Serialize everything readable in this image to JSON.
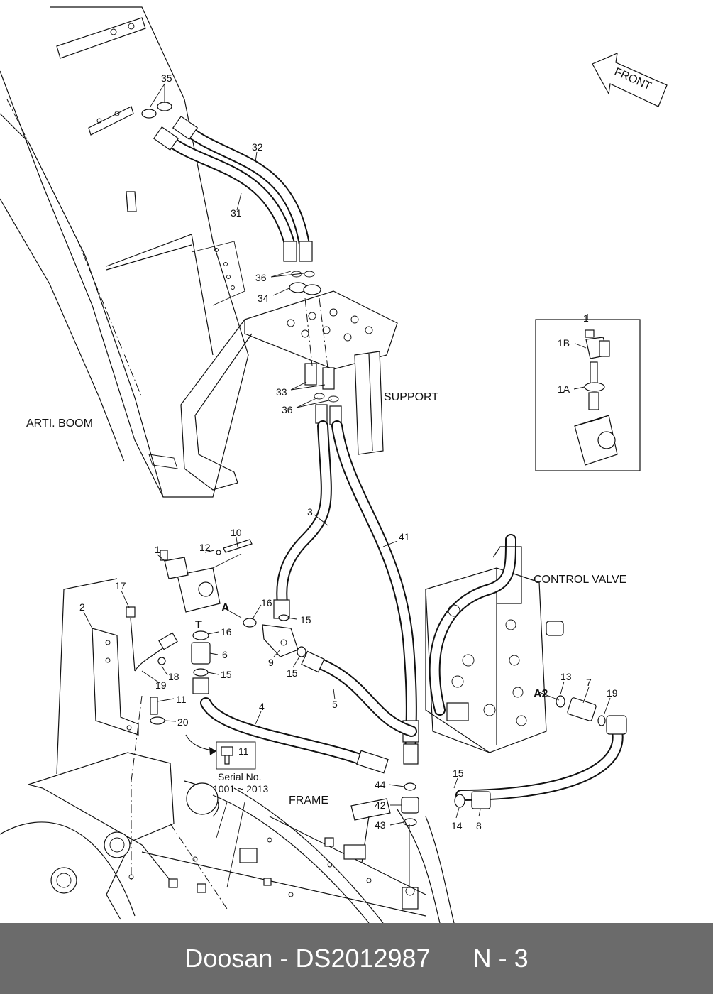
{
  "diagram": {
    "labels": {
      "front": "FRONT",
      "support": "SUPPORT",
      "arti_boom": "ARTI. BOOM",
      "control_valve": "CONTROL VALVE",
      "frame": "FRAME",
      "serial_title": "Serial No.",
      "serial_range": "1001 ~ 2013",
      "port_a": "A",
      "port_t": "T",
      "port_a2": "A2"
    },
    "callouts": [
      {
        "id": "35",
        "text": "35"
      },
      {
        "id": "32",
        "text": "32"
      },
      {
        "id": "31",
        "text": "31"
      },
      {
        "id": "36a",
        "text": "36"
      },
      {
        "id": "34",
        "text": "34"
      },
      {
        "id": "33",
        "text": "33"
      },
      {
        "id": "36b",
        "text": "36"
      },
      {
        "id": "3",
        "text": "3"
      },
      {
        "id": "41",
        "text": "41"
      },
      {
        "id": "10",
        "text": "10"
      },
      {
        "id": "12",
        "text": "12"
      },
      {
        "id": "1",
        "text": "1"
      },
      {
        "id": "17",
        "text": "17"
      },
      {
        "id": "2",
        "text": "2"
      },
      {
        "id": "16a",
        "text": "16"
      },
      {
        "id": "15a",
        "text": "15"
      },
      {
        "id": "16b",
        "text": "16"
      },
      {
        "id": "6",
        "text": "6"
      },
      {
        "id": "15b",
        "text": "15"
      },
      {
        "id": "9",
        "text": "9"
      },
      {
        "id": "15c",
        "text": "15"
      },
      {
        "id": "18",
        "text": "18"
      },
      {
        "id": "19a",
        "text": "19"
      },
      {
        "id": "5",
        "text": "5"
      },
      {
        "id": "11",
        "text": "11"
      },
      {
        "id": "20",
        "text": "20"
      },
      {
        "id": "4",
        "text": "4"
      },
      {
        "id": "11b",
        "text": "11"
      },
      {
        "id": "13",
        "text": "13"
      },
      {
        "id": "7",
        "text": "7"
      },
      {
        "id": "19b",
        "text": "19"
      },
      {
        "id": "15d",
        "text": "15"
      },
      {
        "id": "44",
        "text": "44"
      },
      {
        "id": "42",
        "text": "42"
      },
      {
        "id": "43",
        "text": "43"
      },
      {
        "id": "14",
        "text": "14"
      },
      {
        "id": "8",
        "text": "8"
      }
    ],
    "inset": {
      "title": "1",
      "part_1b": "1B",
      "part_1a": "1A"
    }
  },
  "footer": {
    "brand": "Doosan",
    "separator": " - ",
    "part_number": "DS2012987",
    "page_ref": "N - 3"
  }
}
